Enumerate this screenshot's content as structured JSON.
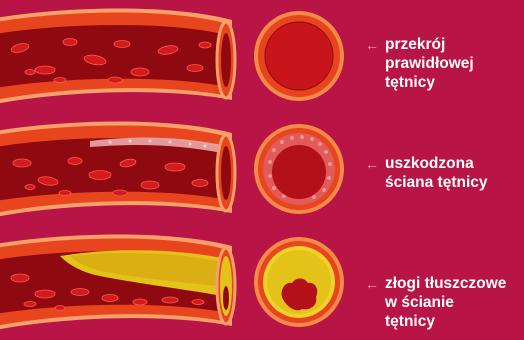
{
  "colors": {
    "background": "#b81446",
    "vessel_wall": "#e8441d",
    "vessel_lumen": "#8f0a10",
    "blood_cell": "#d31a1f",
    "plaque": "#e3c21a",
    "label_text": "#ffffff",
    "arrow": "#f2a3b6"
  },
  "stages": [
    {
      "arrow_icon": "arrow-left-icon",
      "arrow": "←",
      "label": "przekrój\nprawidłowej\ntętnicy"
    },
    {
      "arrow_icon": "arrow-left-icon",
      "arrow": "←",
      "label": "uszkodzona\nściana tętnicy"
    },
    {
      "arrow_icon": "arrow-left-icon",
      "arrow": "←",
      "label": "złogi tłuszczowe\nw ścianie\ntętnicy"
    }
  ]
}
